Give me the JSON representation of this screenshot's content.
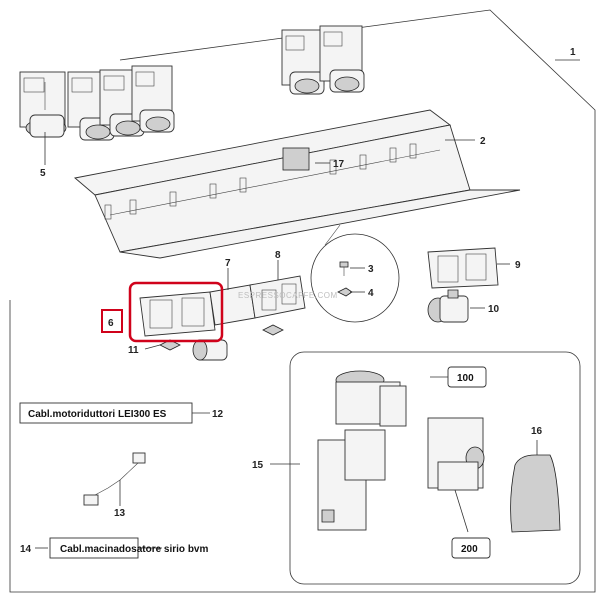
{
  "labels": {
    "l1": "1",
    "l2": "2",
    "l3": "3",
    "l4": "4",
    "l5": "5",
    "l6": "6",
    "l7": "7",
    "l8": "8",
    "l9": "9",
    "l10": "10",
    "l11": "11",
    "l12": "12",
    "l13": "13",
    "l14": "14",
    "l15": "15",
    "l16": "16",
    "l17": "17",
    "l100": "100",
    "l200": "200"
  },
  "captions": {
    "cable_12": "Cabl.motoriduttori LEI300 ES",
    "cable_14": "Cabl.macinadosatore sirio bvm"
  },
  "watermark": "ESPRESSOCAFFE.COM",
  "colors": {
    "highlight": "#d0021b",
    "line": "#333333"
  }
}
